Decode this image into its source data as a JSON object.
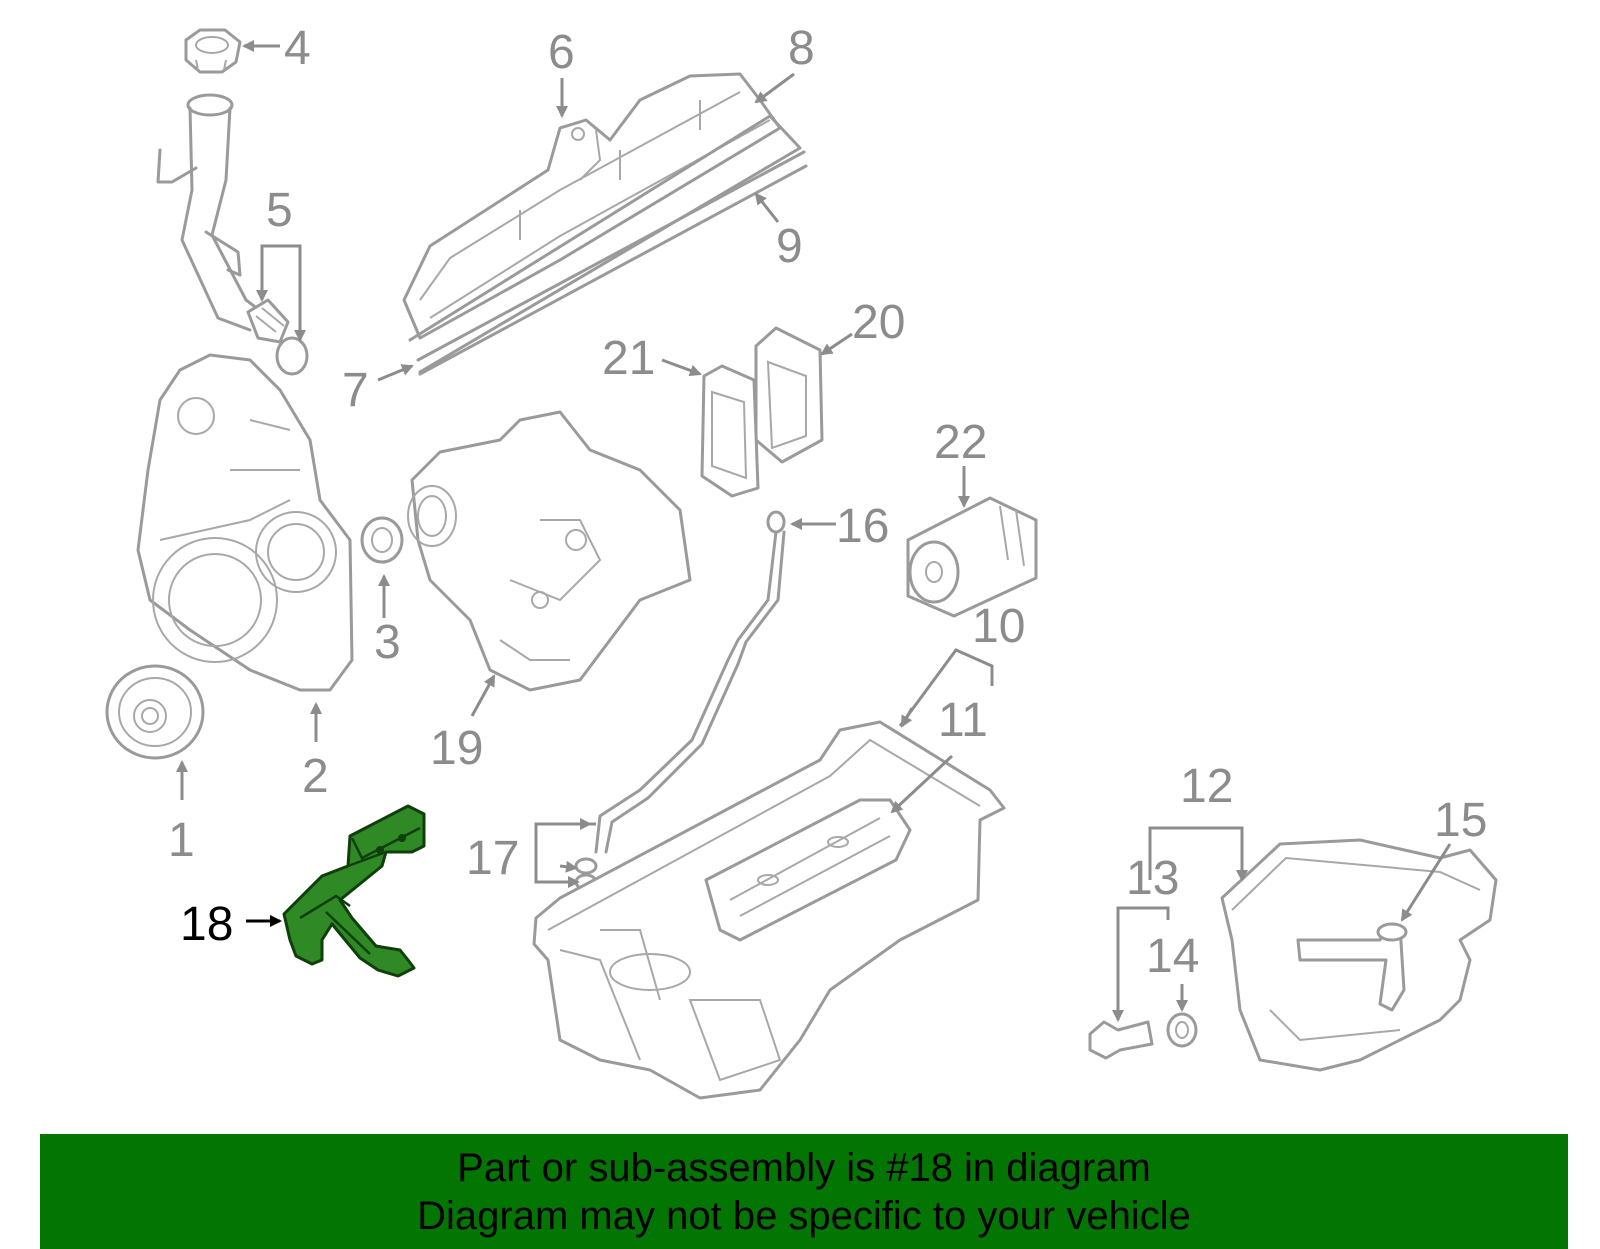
{
  "callouts": {
    "c1": "1",
    "c2": "2",
    "c3": "3",
    "c4": "4",
    "c5": "5",
    "c6": "6",
    "c7": "7",
    "c8": "8",
    "c9": "9",
    "c10": "10",
    "c11": "11",
    "c12": "12",
    "c13": "13",
    "c14": "14",
    "c15": "15",
    "c16": "16",
    "c17": "17",
    "c18": "18",
    "c19": "19",
    "c20": "20",
    "c21": "21",
    "c22": "22"
  },
  "highlighted_part": "18",
  "colors": {
    "banner": "#037503",
    "highlight": "#2f8a25",
    "linework": "#9a9a9a"
  },
  "banner": {
    "line1": "Part or sub-assembly is #18 in diagram",
    "line2": "Diagram may not be specific to your vehicle"
  }
}
